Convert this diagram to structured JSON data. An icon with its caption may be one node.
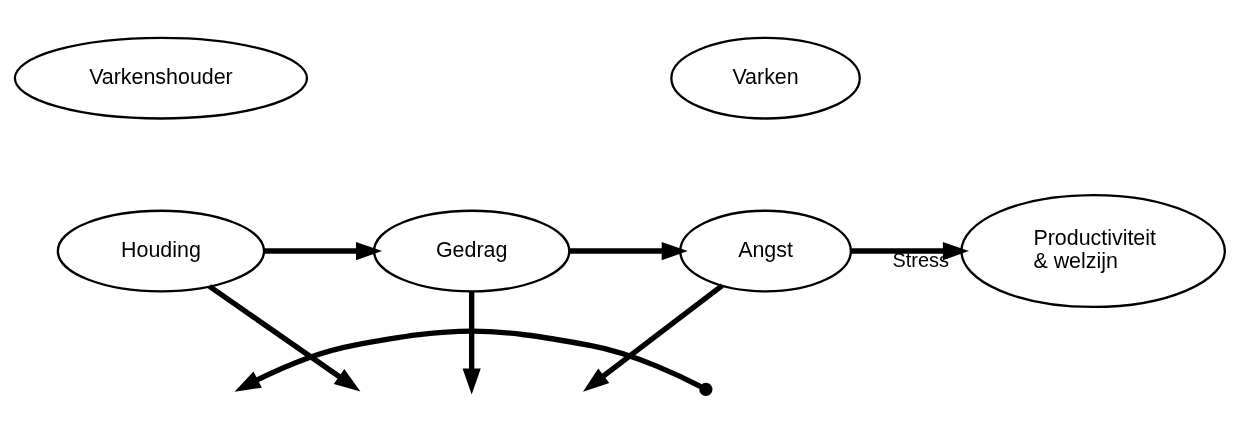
{
  "diagram": {
    "nodes": [
      {
        "text": [
          "Varkenshouder"
        ]
      },
      {
        "text": [
          "Varken"
        ]
      },
      {
        "text": [
          "Houding"
        ]
      },
      {
        "text": [
          "Gedrag"
        ]
      },
      {
        "text": [
          "Angst"
        ]
      },
      {
        "text": [
          "Productiviteit & welzijn"
        ]
      },
      {
        "text": [],
        "shape": "point"
      }
    ],
    "edges": [
      {
        "from": 2,
        "to": 3,
        "arrow": "to"
      },
      {
        "from": 3,
        "to": 4,
        "arrow": "to"
      },
      {
        "from": 4,
        "to": 5,
        "arrow": "to",
        "label": "Stress"
      },
      {
        "from": 2,
        "to": null,
        "arrow": "to"
      },
      {
        "from": 3,
        "to": null,
        "arrow": "to"
      },
      {
        "from": 4,
        "to": null,
        "arrow": "to"
      },
      {
        "from": 6,
        "to": null,
        "arrow": "to"
      }
    ]
  }
}
